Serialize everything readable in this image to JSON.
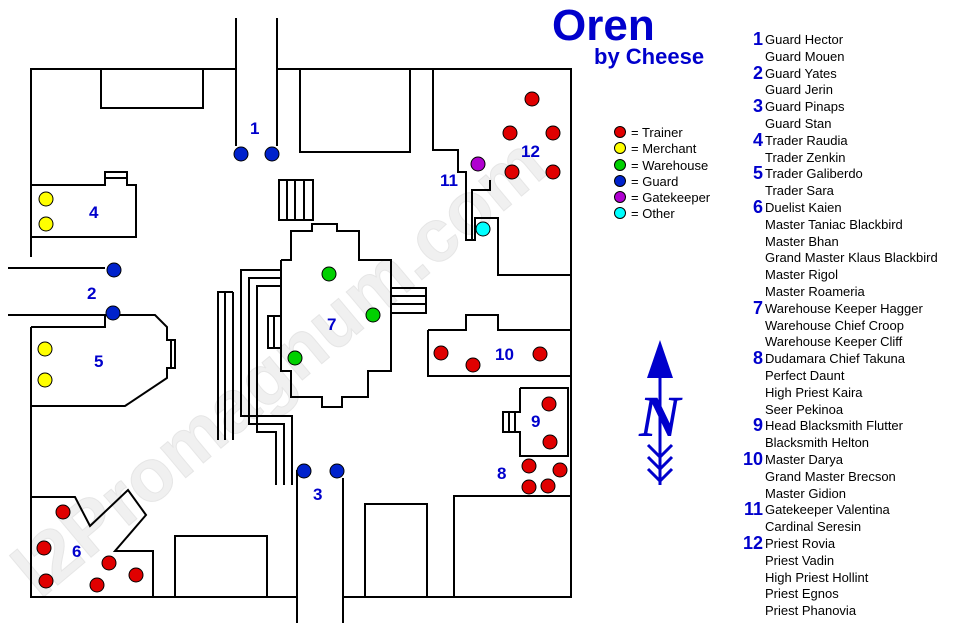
{
  "title": "Oren",
  "subtitle": "by Cheese",
  "watermark": "l2Promagnum.com",
  "compass_letter": "N",
  "colors": {
    "accent_blue": "#0000cc",
    "trainer": "#e00000",
    "merchant": "#ffff00",
    "warehouse": "#00d000",
    "guard": "#0022cc",
    "gatekeeper": "#b000d0",
    "other": "#00ffff"
  },
  "legend": [
    {
      "type": "trainer",
      "label": "= Trainer"
    },
    {
      "type": "merchant",
      "label": "= Merchant"
    },
    {
      "type": "warehouse",
      "label": "= Warehouse"
    },
    {
      "type": "guard",
      "label": "= Guard"
    },
    {
      "type": "gatekeeper",
      "label": "= Gatekeeper"
    },
    {
      "type": "other",
      "label": "= Other"
    }
  ],
  "zone_labels": [
    "1",
    "2",
    "3",
    "4",
    "5",
    "6",
    "7",
    "8",
    "9",
    "10",
    "11",
    "12"
  ],
  "npc_groups": [
    {
      "num": "1",
      "names": [
        "Guard Hector",
        "Guard Mouen"
      ]
    },
    {
      "num": "2",
      "names": [
        "Guard Yates",
        "Guard Jerin"
      ]
    },
    {
      "num": "3",
      "names": [
        "Guard Pinaps",
        "Guard Stan"
      ]
    },
    {
      "num": "4",
      "names": [
        "Trader Raudia",
        "Trader Zenkin"
      ]
    },
    {
      "num": "5",
      "names": [
        "Trader Galiberdo",
        "Trader Sara"
      ]
    },
    {
      "num": "6",
      "names": [
        "Duelist Kaien",
        "Master Taniac Blackbird",
        "Master Bhan",
        "Grand Master Klaus Blackbird",
        "Master Rigol",
        "Master Roameria"
      ]
    },
    {
      "num": "7",
      "names": [
        "Warehouse Keeper Hagger",
        "Warehouse Chief Croop",
        "Warehouse Keeper Cliff"
      ]
    },
    {
      "num": "8",
      "names": [
        "Dudamara Chief Takuna",
        "Perfect Daunt",
        "High Priest Kaira",
        "Seer Pekinoa"
      ]
    },
    {
      "num": "9",
      "names": [
        "Head Blacksmith Flutter",
        "Blacksmith Helton"
      ]
    },
    {
      "num": "10",
      "names": [
        "Master Darya",
        "Grand Master Brecson",
        "Master Gidion"
      ]
    },
    {
      "num": "11",
      "names": [
        "Gatekeeper Valentina",
        "Cardinal Seresin"
      ]
    },
    {
      "num": "12",
      "names": [
        "Priest Rovia",
        "Priest Vadin",
        "High Priest Hollint",
        "Priest Egnos",
        "Priest Phanovia"
      ]
    }
  ],
  "markers": [
    {
      "zone": "1",
      "type": "guard",
      "count": 2
    },
    {
      "zone": "2",
      "type": "guard",
      "count": 2
    },
    {
      "zone": "3",
      "type": "guard",
      "count": 2
    },
    {
      "zone": "4",
      "type": "merchant",
      "count": 2
    },
    {
      "zone": "5",
      "type": "merchant",
      "count": 2
    },
    {
      "zone": "6",
      "type": "trainer",
      "count": 6
    },
    {
      "zone": "7",
      "type": "warehouse",
      "count": 3
    },
    {
      "zone": "8",
      "type": "trainer",
      "count": 4
    },
    {
      "zone": "9",
      "type": "trainer",
      "count": 2
    },
    {
      "zone": "10",
      "type": "trainer",
      "count": 3
    },
    {
      "zone": "11",
      "type": "gatekeeper",
      "count": 1
    },
    {
      "zone": "11",
      "type": "other",
      "count": 1
    },
    {
      "zone": "12",
      "type": "trainer",
      "count": 5
    }
  ]
}
